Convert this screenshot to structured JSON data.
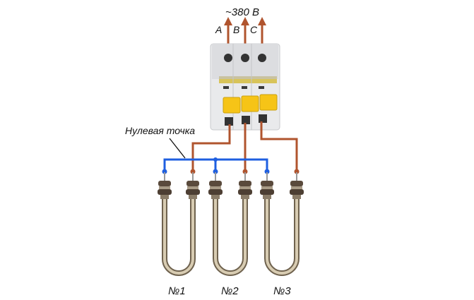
{
  "title": "~380 В",
  "phases": [
    "A",
    "B",
    "C"
  ],
  "neutral_label": "Нулевая точка",
  "heaters": [
    "№1",
    "№2",
    "№3"
  ],
  "colors": {
    "phase_wire": "#b0542e",
    "neutral_wire": "#1f5fe0",
    "breaker_body": "#e9eaec",
    "breaker_lever": "#f6c417",
    "heater_metal": "#b8a98c"
  }
}
